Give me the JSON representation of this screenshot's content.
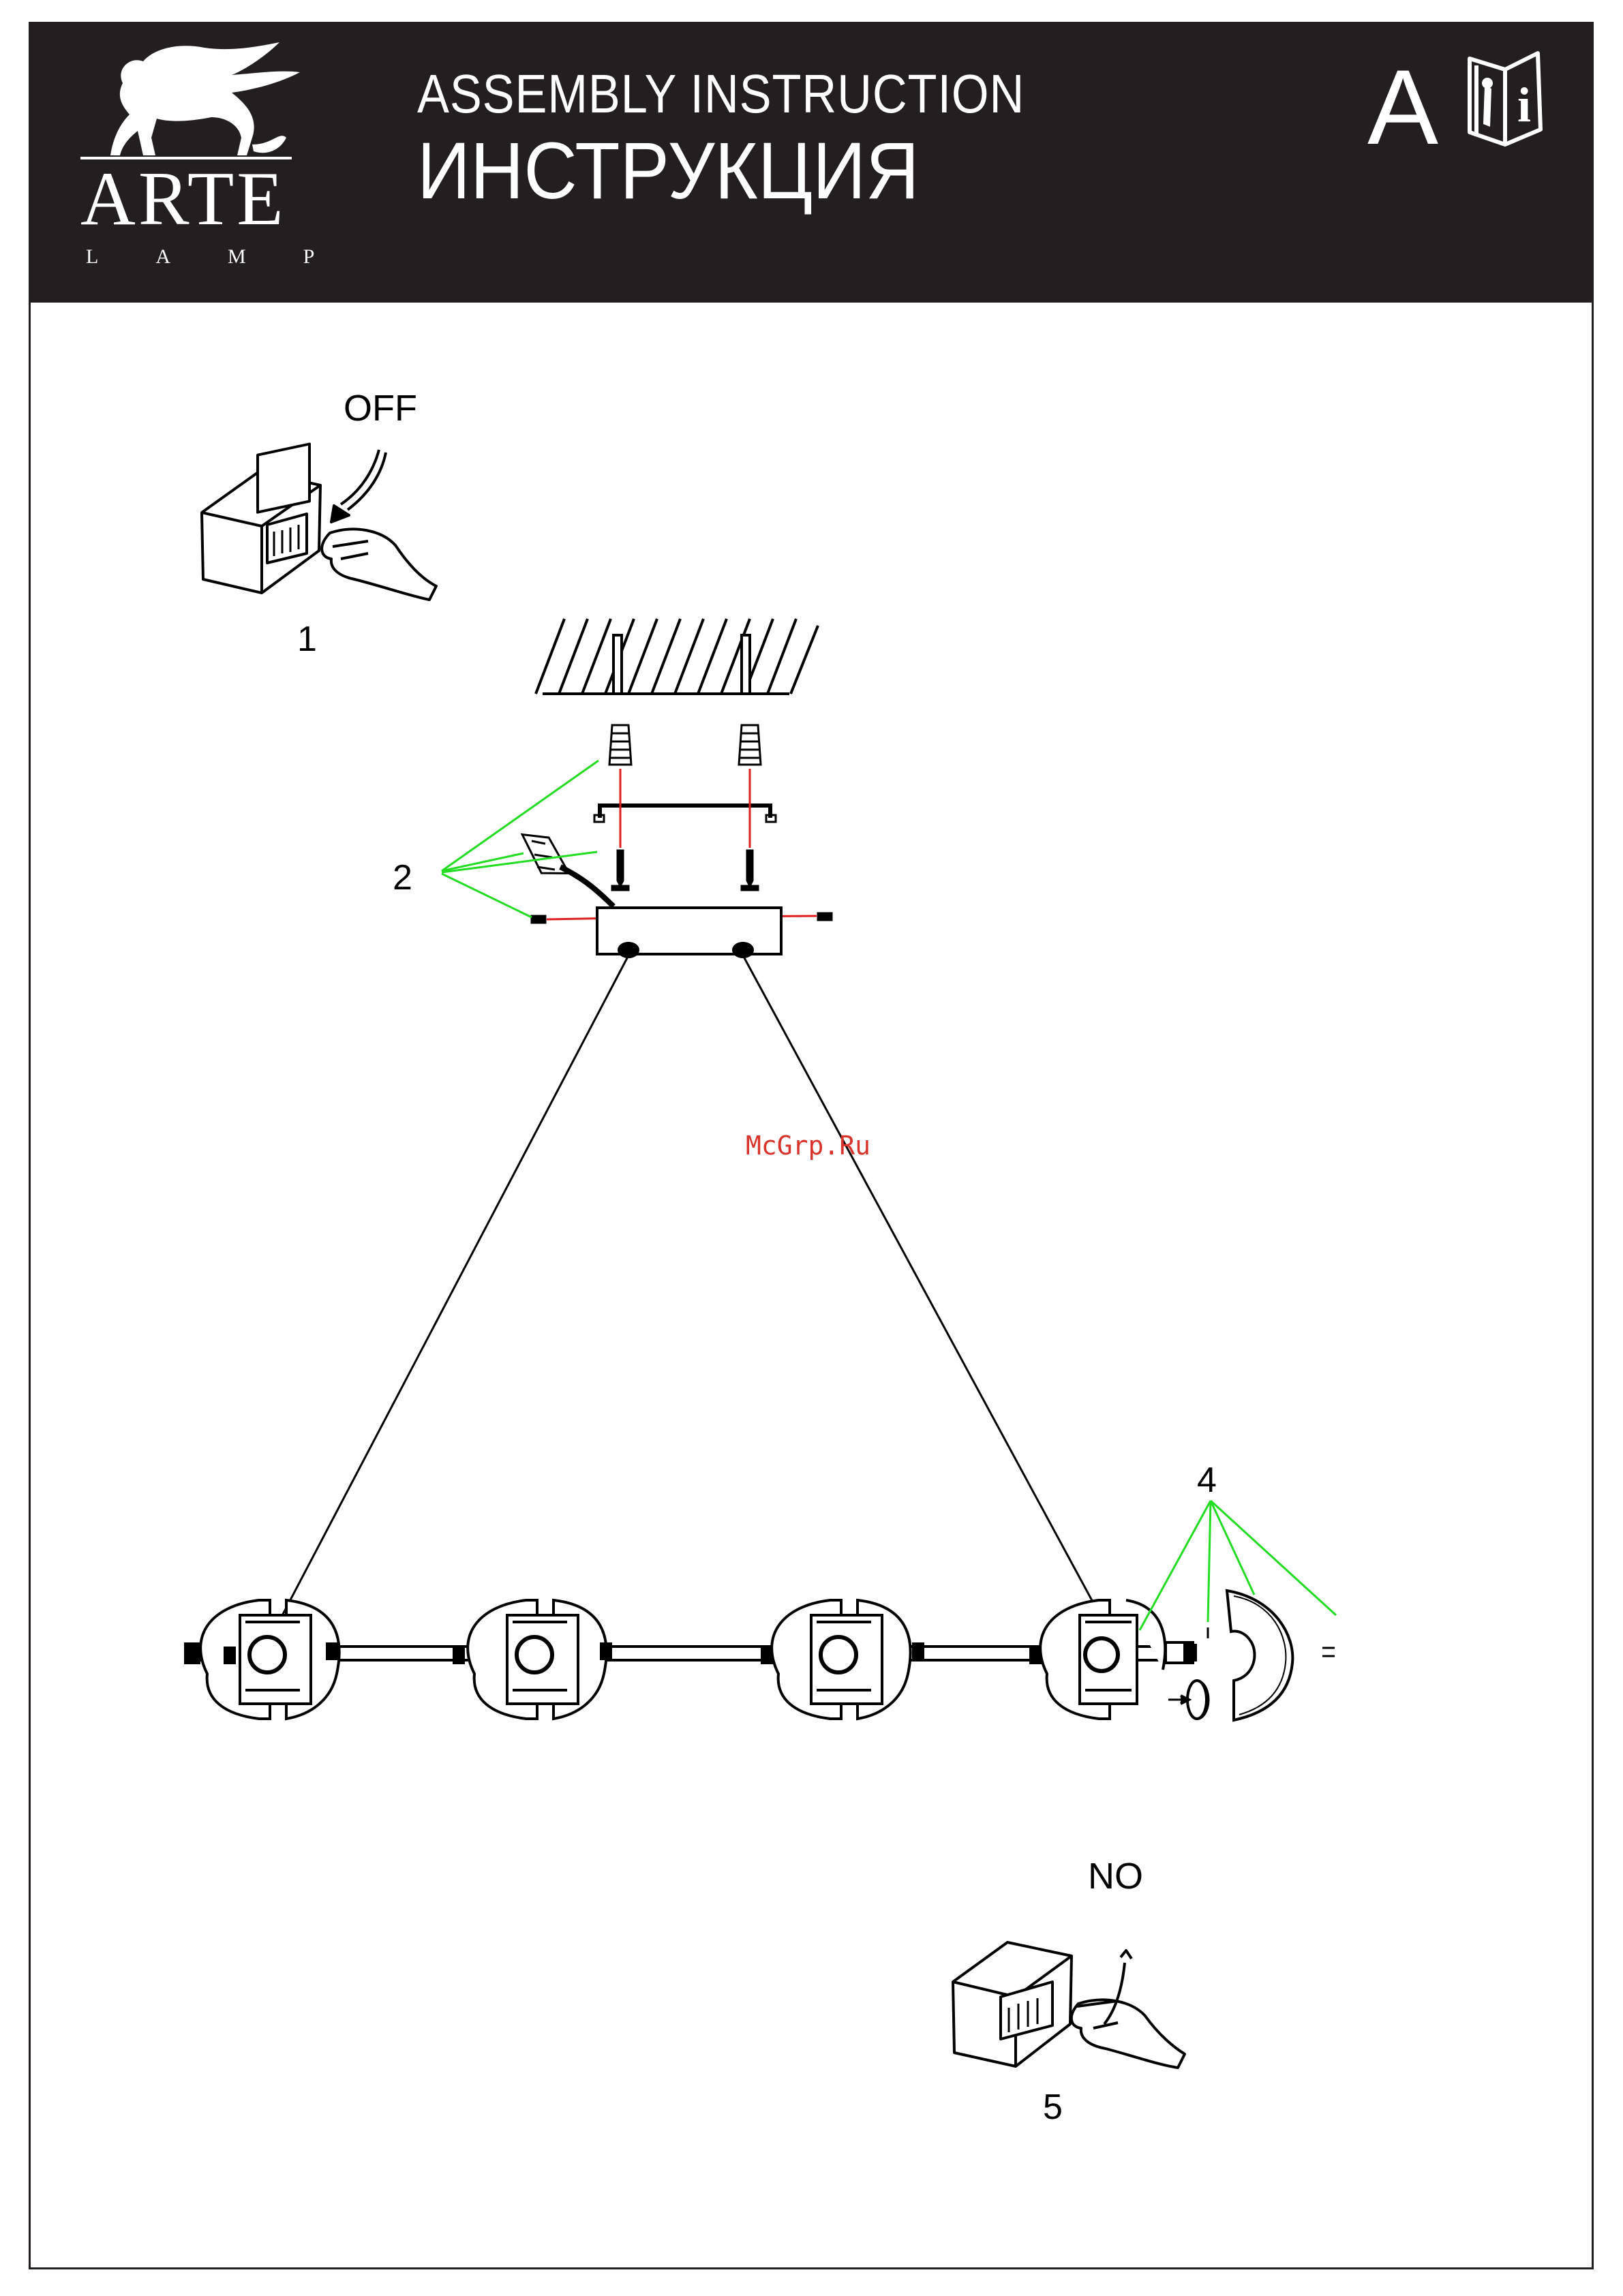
{
  "header": {
    "brand": "ARTE",
    "brand_sub": "LAMP",
    "title_en": "ASSEMBLY INSTRUCTION",
    "title_ru": "ИНСТРУКЦИЯ",
    "variant": "A",
    "manual_icon": "manual-icon"
  },
  "steps": {
    "switch_off": "OFF",
    "step1": "1",
    "step2": "2",
    "step4": "4",
    "switch_on": "NO",
    "step5": "5"
  },
  "watermark": "McGrp.Ru",
  "colors": {
    "header_bg": "#231f20",
    "leader_lines": "#22dd22",
    "screw_guides": "#e01e1e",
    "watermark": "#d9342b"
  }
}
